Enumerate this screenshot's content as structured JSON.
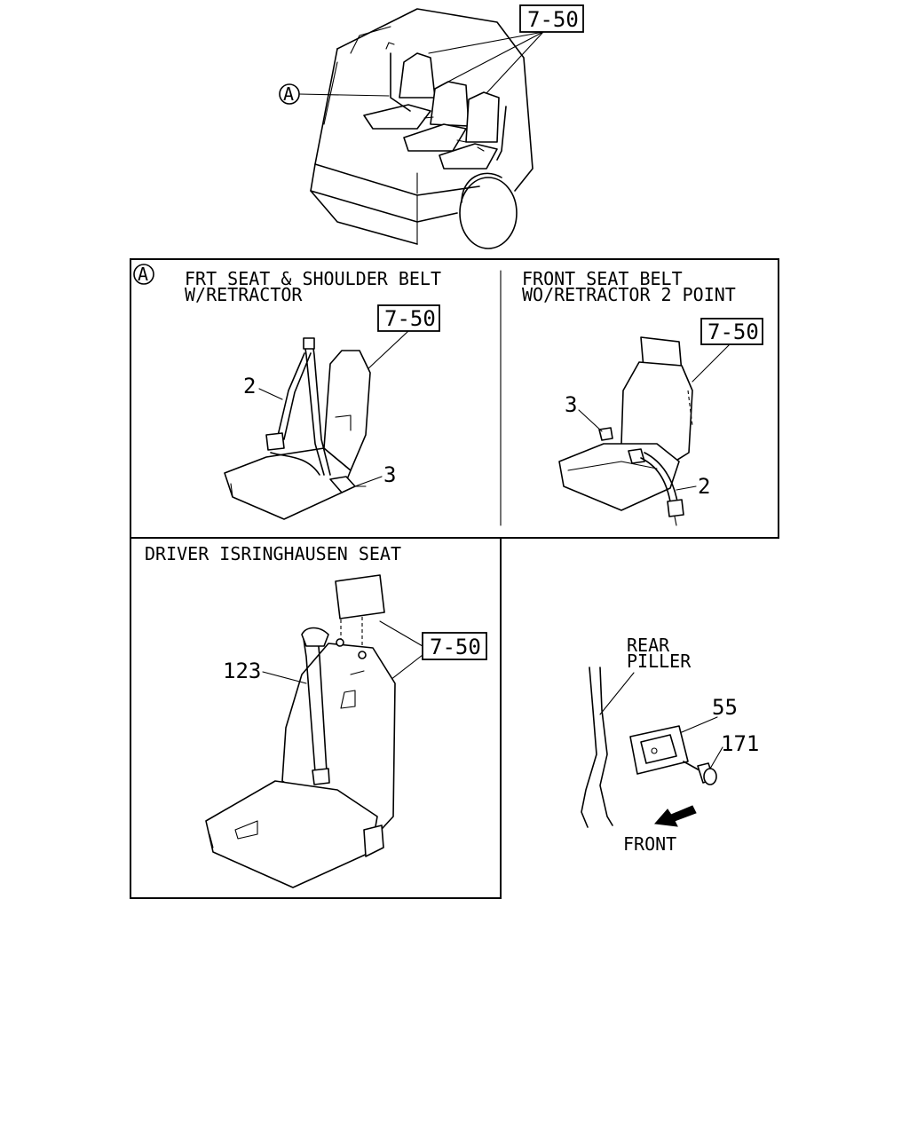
{
  "overview": {
    "ref": "7-50",
    "callout": "A"
  },
  "panel_a_left": {
    "callout": "A",
    "title_line1": "FRT SEAT & SHOULDER BELT",
    "title_line2": "W/RETRACTOR",
    "ref": "7-50",
    "parts": [
      "2",
      "3"
    ]
  },
  "panel_a_right": {
    "title_line1": "FRONT SEAT BELT",
    "title_line2": "WO/RETRACTOR 2 POINT",
    "ref": "7-50",
    "parts": [
      "3",
      "2"
    ]
  },
  "panel_driver": {
    "title": "DRIVER ISRINGHAUSEN SEAT",
    "ref": "7-50",
    "part": "123"
  },
  "pillar_detail": {
    "label_line1": "REAR",
    "label_line2": "PILLER",
    "parts": [
      "55",
      "171"
    ],
    "direction": "FRONT"
  }
}
